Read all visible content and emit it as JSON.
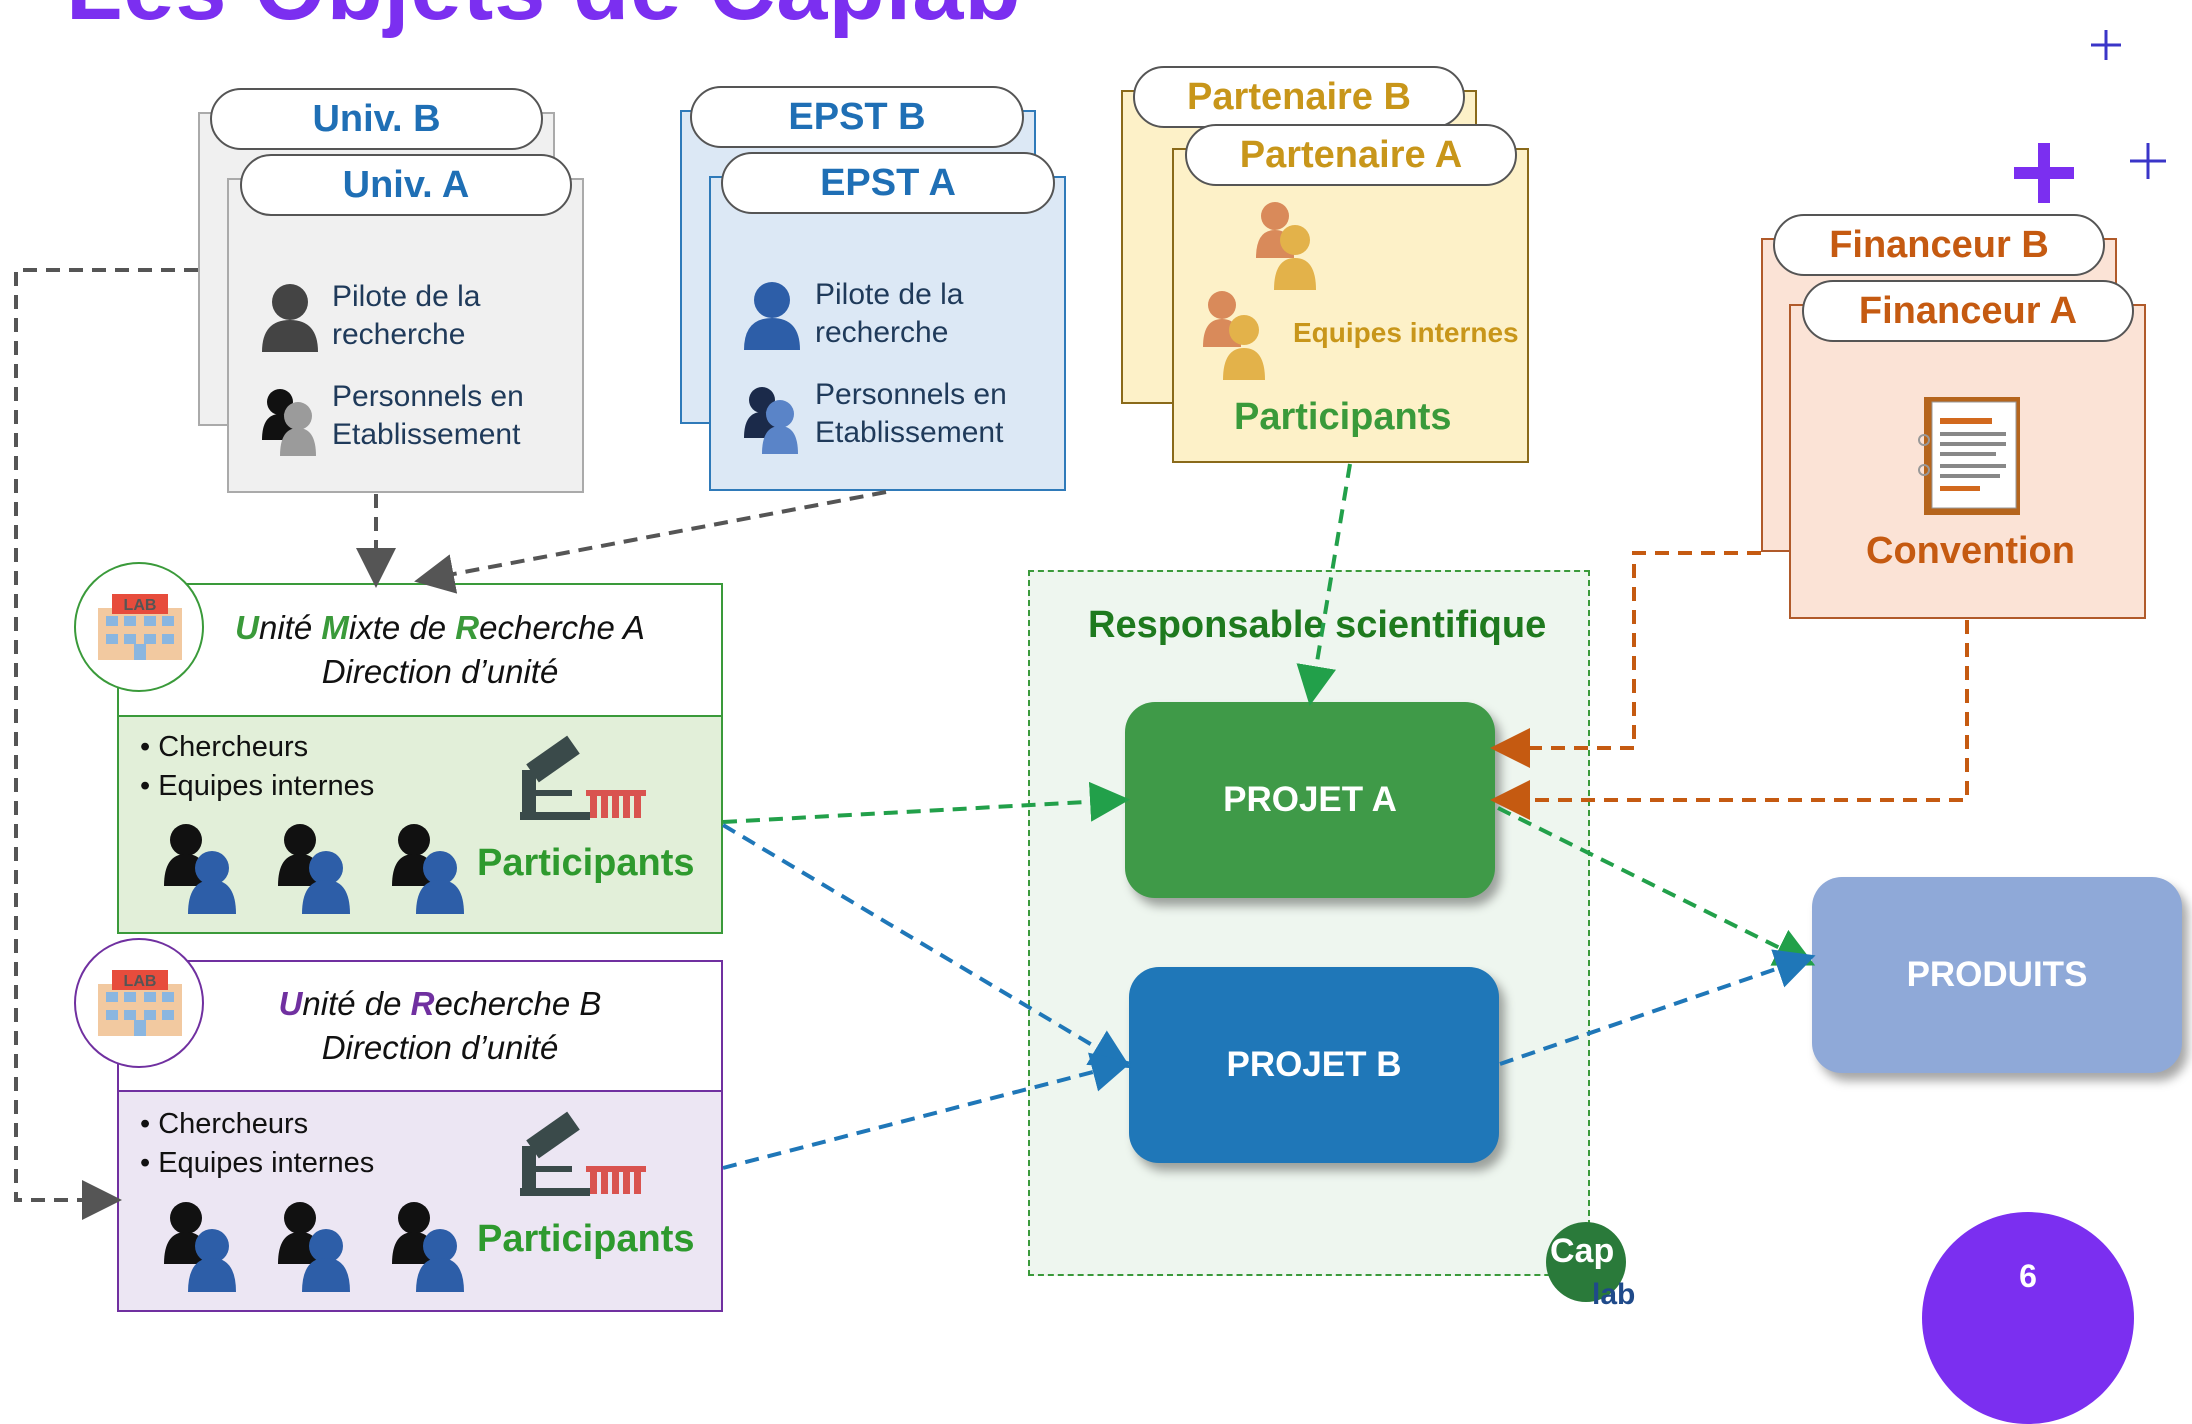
{
  "slide_title": "Les Objets de Caplab",
  "page_number": "6",
  "establishments": {
    "univ_b_label": "Univ. B",
    "univ_a_label": "Univ. A",
    "epst_b_label": "EPST B",
    "epst_a_label": "EPST A",
    "pilot_text_1": "Pilote de la",
    "pilot_text_2": "recherche",
    "staff_text_1": "Personnels en",
    "staff_text_2": "Etablissement"
  },
  "partners": {
    "partner_b_label": "Partenaire B",
    "partner_a_label": "Partenaire A",
    "internal_teams": "Equipes internes",
    "participants": "Participants"
  },
  "funders": {
    "funder_b_label": "Financeur B",
    "funder_a_label": "Financeur A",
    "convention": "Convention"
  },
  "unit_a": {
    "title_u": "U",
    "title_1": "nité ",
    "title_m": "M",
    "title_2": "ixte de ",
    "title_r": "R",
    "title_3": "echerche A",
    "direction": "Direction d’unité",
    "researchers": "Chercheurs",
    "internal_teams": "Equipes internes",
    "participants": "Participants",
    "lab_sign": "LAB"
  },
  "unit_b": {
    "title_u": "U",
    "title_1": "nité de ",
    "title_r": "R",
    "title_2": "echerche B",
    "direction": "Direction d’unité",
    "researchers": "Chercheurs",
    "internal_teams": "Equipes internes",
    "participants": "Participants",
    "lab_sign": "LAB"
  },
  "center": {
    "scientific_lead": "Responsable scientifique",
    "project_a": "PROJET A",
    "project_b": "PROJET B"
  },
  "products": "PRODUITS",
  "logo": {
    "line1": "Cap",
    "line2": "lab"
  },
  "colors": {
    "title_purple": "#7b2ff0",
    "univ_blue": "#1f6fb5",
    "partner_gold": "#c8961a",
    "funder_orange": "#c55a11",
    "unit_a_green": "#3a9a3a",
    "unit_b_purple": "#7030a0",
    "project_a_green": "#3f9a48",
    "project_b_blue": "#1f77b8",
    "products_blue": "#8fa9d8"
  },
  "icons": [
    "person-icon",
    "group-icon",
    "lab-building-icon",
    "microscope-icon",
    "test-tubes-icon",
    "document-icon",
    "plus-icon"
  ]
}
